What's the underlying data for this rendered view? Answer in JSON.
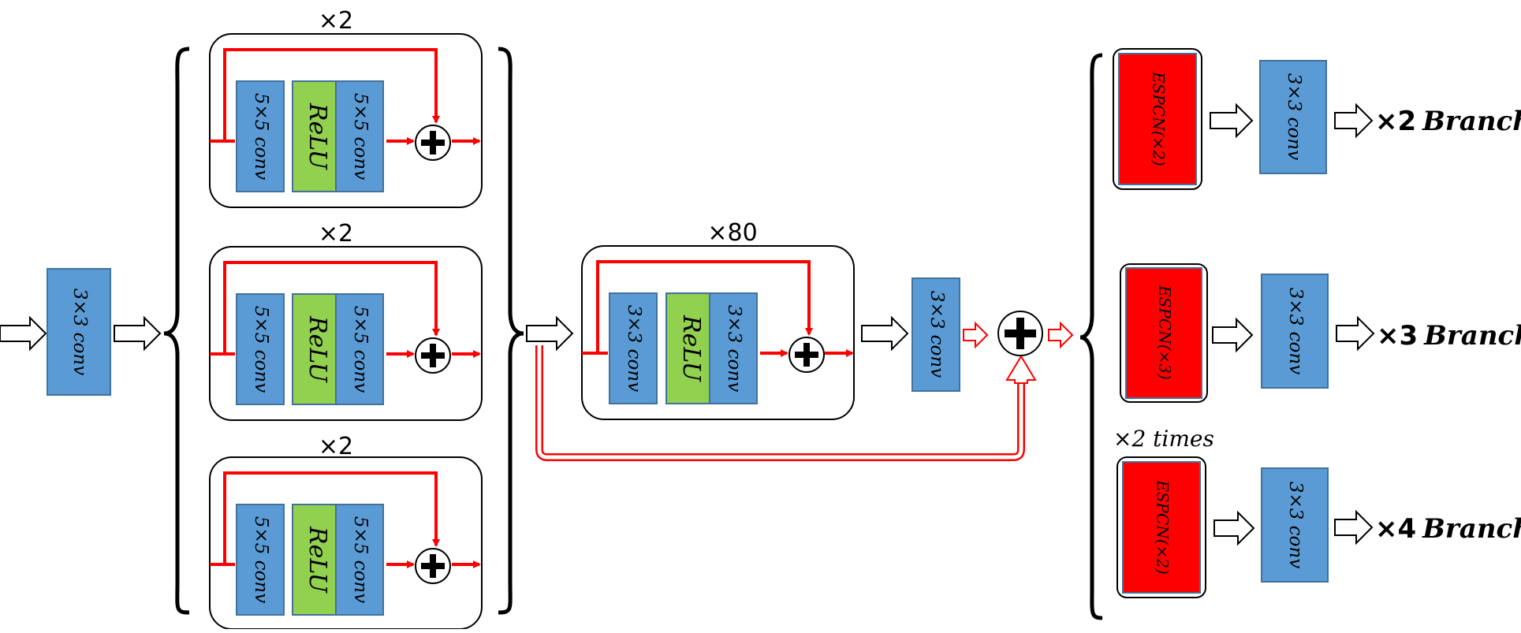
{
  "labels": {
    "head_conv": "3×3 conv",
    "res5_conv": "5×5 conv",
    "relu": "ReLU",
    "res3_conv": "3×3 conv",
    "repeat_x2": "×2",
    "repeat_x80": "×80",
    "tail_conv": "3×3 conv",
    "esp_x2": "ESPCN(×2)",
    "esp_x3": "ESPCN(×3)",
    "branch_conv": "3×3 conv",
    "times_note": "×2 times",
    "branch2_mult": "×2",
    "branch3_mult": "×3",
    "branch4_mult": "×4",
    "branch_word": "Branch"
  },
  "colors": {
    "conv": "#5b9bd5",
    "conv_border": "#41719c",
    "relu": "#92d050",
    "espcn": "#ff0000",
    "skip": "#ff0000",
    "frame": "#000000"
  }
}
